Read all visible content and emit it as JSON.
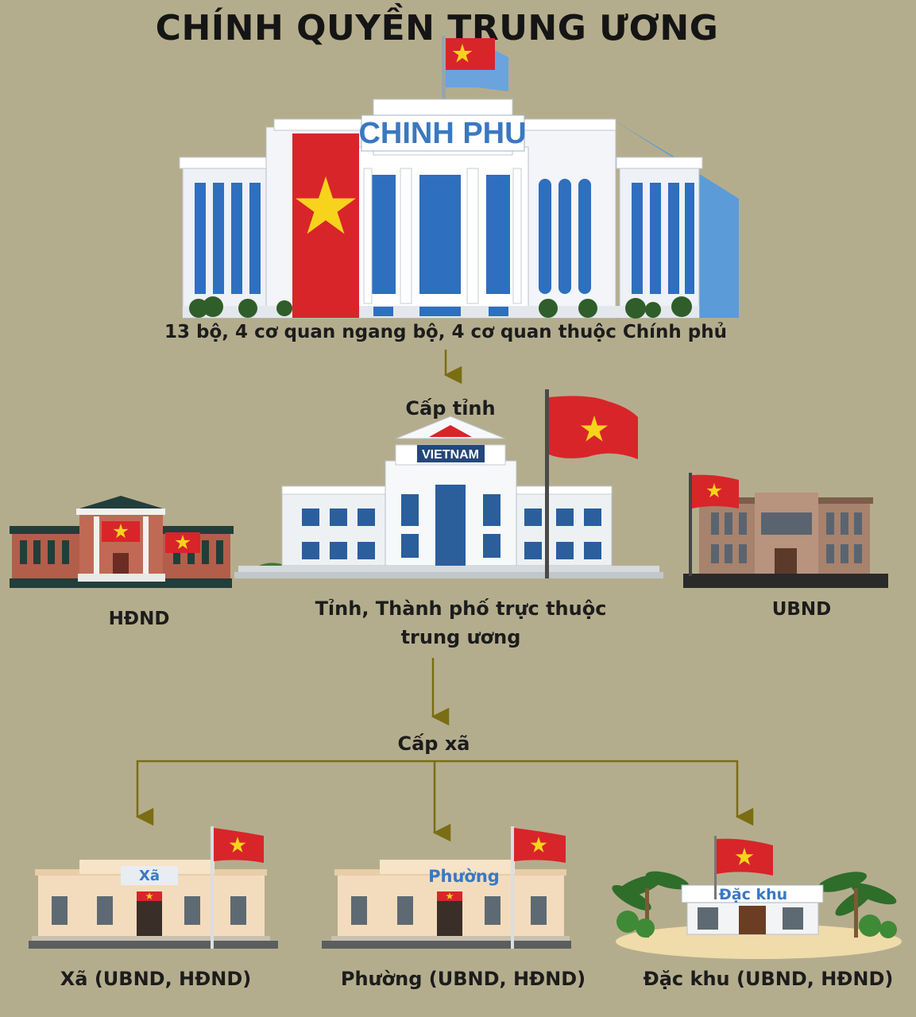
{
  "title": "CHÍNH QUYỀN TRUNG ƯƠNG",
  "central": {
    "building_sign": "CHINH PHU",
    "caption": "13 bộ, 4 cơ quan ngang bộ, 4 cơ quan thuộc Chính phủ"
  },
  "province": {
    "level_label": "Cấp tỉnh",
    "building_sign": "VIETNAM",
    "caption_line1": "Tỉnh, Thành phố trực thuộc",
    "caption_line2": "trung ương",
    "left_caption": "HĐND",
    "right_caption": "UBND"
  },
  "commune": {
    "level_label": "Cấp xã",
    "units": [
      {
        "sign": "Xã",
        "caption": "Xã (UBND, HĐND)"
      },
      {
        "sign": "Phường",
        "caption": "Phường (UBND, HĐND)"
      },
      {
        "sign": "Đặc khu",
        "caption": "Đặc khu (UBND, HĐND)"
      }
    ]
  },
  "colors": {
    "background": "#b4ad8d",
    "arrow": "#7a6d14",
    "flag_red": "#d8252a",
    "flag_star": "#f7d31c",
    "sign_blue": "#3a78c2"
  },
  "icons": [
    "vietnam-flag-icon",
    "government-building-icon",
    "people-council-building-icon",
    "peoples-committee-building-icon",
    "commune-office-icon"
  ]
}
